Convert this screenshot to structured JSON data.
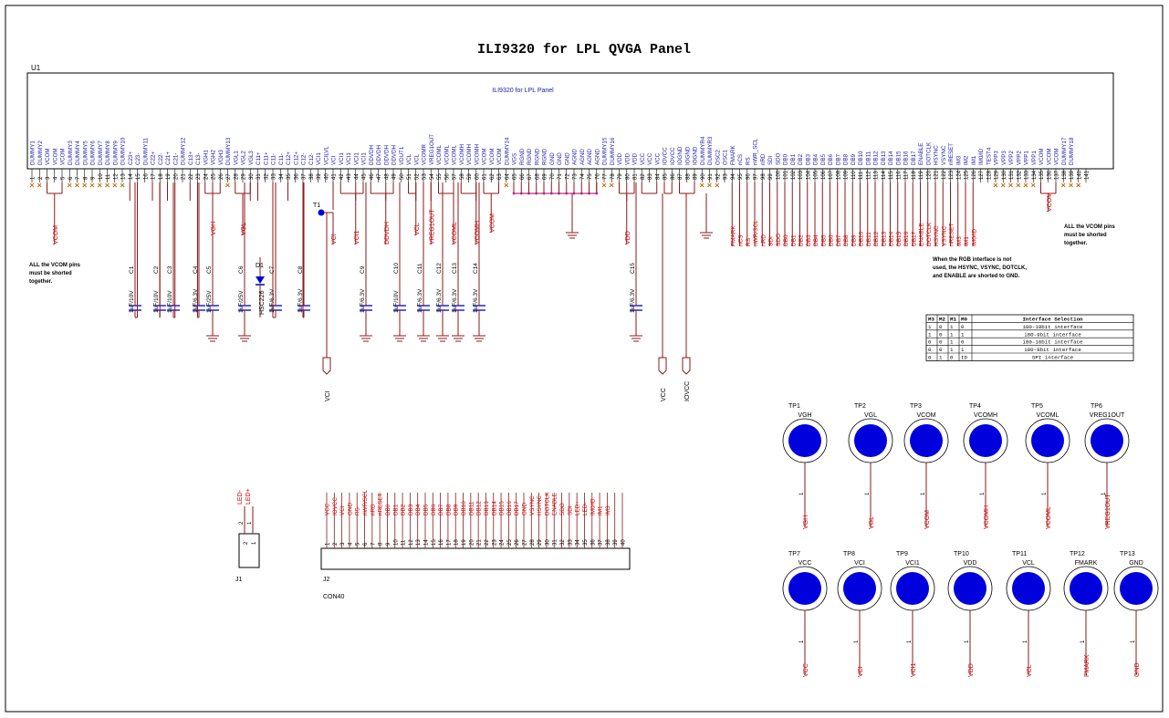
{
  "title": "ILI9320 for LPL QVGA Panel",
  "ic": {
    "ref": "U1",
    "name": "ILI9320 for LPL Panel",
    "pins": [
      {
        "num": "1",
        "name": "DUMMY1"
      },
      {
        "num": "2",
        "name": "DUMMY2"
      },
      {
        "num": "3",
        "name": "VCOM"
      },
      {
        "num": "4",
        "name": "VCOM"
      },
      {
        "num": "5",
        "name": "VCOM"
      },
      {
        "num": "6",
        "name": "DUMMY3"
      },
      {
        "num": "7",
        "name": "DUMMY4"
      },
      {
        "num": "8",
        "name": "DUMMY5"
      },
      {
        "num": "9",
        "name": "DUMMY6"
      },
      {
        "num": "10",
        "name": "DUMMY7"
      },
      {
        "num": "11",
        "name": "DUMMY8"
      },
      {
        "num": "12",
        "name": "DUMMY9"
      },
      {
        "num": "13",
        "name": "DUMMY10"
      },
      {
        "num": "14",
        "name": "C23+"
      },
      {
        "num": "15",
        "name": "C23-"
      },
      {
        "num": "16",
        "name": "DUMMY11"
      },
      {
        "num": "17",
        "name": "C22+"
      },
      {
        "num": "18",
        "name": "C22-"
      },
      {
        "num": "19",
        "name": "C21+"
      },
      {
        "num": "20",
        "name": "C21-"
      },
      {
        "num": "21",
        "name": "DUMMY12"
      },
      {
        "num": "22",
        "name": "C13+"
      },
      {
        "num": "23",
        "name": "C13-"
      },
      {
        "num": "24",
        "name": "VGH1"
      },
      {
        "num": "25",
        "name": "VGH2"
      },
      {
        "num": "26",
        "name": "VGH3"
      },
      {
        "num": "27",
        "name": "DUMMY13"
      },
      {
        "num": "28",
        "name": "VGL1"
      },
      {
        "num": "29",
        "name": "VGL2"
      },
      {
        "num": "30",
        "name": "VGL3"
      },
      {
        "num": "31",
        "name": "C11+"
      },
      {
        "num": "32",
        "name": "C11+"
      },
      {
        "num": "33",
        "name": "C11-"
      },
      {
        "num": "34",
        "name": "C11-"
      },
      {
        "num": "35",
        "name": "C12+"
      },
      {
        "num": "36",
        "name": "C12+"
      },
      {
        "num": "37",
        "name": "C12-"
      },
      {
        "num": "38",
        "name": "C12-"
      },
      {
        "num": "39",
        "name": "VCI1"
      },
      {
        "num": "40",
        "name": "VCILVL"
      },
      {
        "num": "41",
        "name": "VCI"
      },
      {
        "num": "42",
        "name": "VCI1"
      },
      {
        "num": "43",
        "name": "VCI1"
      },
      {
        "num": "44",
        "name": "VCI1"
      },
      {
        "num": "45",
        "name": "VCI1"
      },
      {
        "num": "46",
        "name": "DDVDH"
      },
      {
        "num": "47",
        "name": "DDVDH"
      },
      {
        "num": "48",
        "name": "DDVDH"
      },
      {
        "num": "49",
        "name": "DDVDH"
      },
      {
        "num": "50",
        "name": "VDUT1"
      },
      {
        "num": "51",
        "name": "VCL"
      },
      {
        "num": "52",
        "name": "VCL"
      },
      {
        "num": "53",
        "name": "VCOMR"
      },
      {
        "num": "54",
        "name": "VREG1OUT"
      },
      {
        "num": "55",
        "name": "VCOML"
      },
      {
        "num": "56",
        "name": "VCOML"
      },
      {
        "num": "57",
        "name": "VCOML"
      },
      {
        "num": "58",
        "name": "VCOMH"
      },
      {
        "num": "59",
        "name": "VCOMH"
      },
      {
        "num": "60",
        "name": "VCOMH"
      },
      {
        "num": "61",
        "name": "VCOM"
      },
      {
        "num": "62",
        "name": "VCOM"
      },
      {
        "num": "63",
        "name": "VCOM"
      },
      {
        "num": "64",
        "name": "DUMMY14"
      },
      {
        "num": "65",
        "name": "VGS"
      },
      {
        "num": "66",
        "name": "RGND"
      },
      {
        "num": "67",
        "name": "RGND"
      },
      {
        "num": "68",
        "name": "RGND"
      },
      {
        "num": "69",
        "name": "RGND"
      },
      {
        "num": "70",
        "name": "GND"
      },
      {
        "num": "71",
        "name": "GND"
      },
      {
        "num": "72",
        "name": "GND"
      },
      {
        "num": "73",
        "name": "AGND"
      },
      {
        "num": "74",
        "name": "AGND"
      },
      {
        "num": "75",
        "name": "AGND"
      },
      {
        "num": "76",
        "name": "AGND"
      },
      {
        "num": "77",
        "name": "DUMMY15"
      },
      {
        "num": "78",
        "name": "DUMMY16"
      },
      {
        "num": "79",
        "name": "VDD"
      },
      {
        "num": "80",
        "name": "VDD"
      },
      {
        "num": "81",
        "name": "VDD"
      },
      {
        "num": "82",
        "name": "VCC"
      },
      {
        "num": "83",
        "name": "VCC"
      },
      {
        "num": "84",
        "name": "VCC"
      },
      {
        "num": "85",
        "name": "IOVCC"
      },
      {
        "num": "86",
        "name": "IOVCC"
      },
      {
        "num": "87",
        "name": "IOGND"
      },
      {
        "num": "88",
        "name": "IOGND"
      },
      {
        "num": "89",
        "name": "IOGND"
      },
      {
        "num": "90",
        "name": "DUMMYR4"
      },
      {
        "num": "91",
        "name": "DUMMYR3"
      },
      {
        "num": "92",
        "name": "OSC2"
      },
      {
        "num": "93",
        "name": "OSC1"
      },
      {
        "num": "94",
        "name": "FMARK"
      },
      {
        "num": "95",
        "name": "nCS"
      },
      {
        "num": "96",
        "name": "RS"
      },
      {
        "num": "97",
        "name": "nWR_SCL"
      },
      {
        "num": "98",
        "name": "nRD"
      },
      {
        "num": "99",
        "name": "SDI"
      },
      {
        "num": "100",
        "name": "SDO"
      },
      {
        "num": "101",
        "name": "DB0"
      },
      {
        "num": "102",
        "name": "DB1"
      },
      {
        "num": "103",
        "name": "DB2"
      },
      {
        "num": "104",
        "name": "DB3"
      },
      {
        "num": "105",
        "name": "DB4"
      },
      {
        "num": "106",
        "name": "DB5"
      },
      {
        "num": "107",
        "name": "DB6"
      },
      {
        "num": "108",
        "name": "DB7"
      },
      {
        "num": "109",
        "name": "DB8"
      },
      {
        "num": "110",
        "name": "DB9"
      },
      {
        "num": "111",
        "name": "DB10"
      },
      {
        "num": "112",
        "name": "DB11"
      },
      {
        "num": "113",
        "name": "DB12"
      },
      {
        "num": "114",
        "name": "DB13"
      },
      {
        "num": "115",
        "name": "DB14"
      },
      {
        "num": "116",
        "name": "DB15"
      },
      {
        "num": "117",
        "name": "DB16"
      },
      {
        "num": "118",
        "name": "DB17"
      },
      {
        "num": "119",
        "name": "ENABLE"
      },
      {
        "num": "120",
        "name": "DOTCLK"
      },
      {
        "num": "121",
        "name": "HSYNC"
      },
      {
        "num": "122",
        "name": "VSYNC"
      },
      {
        "num": "123",
        "name": "nRESET"
      },
      {
        "num": "124",
        "name": "IM3"
      },
      {
        "num": "125",
        "name": "IM2"
      },
      {
        "num": "126",
        "name": "IM1"
      },
      {
        "num": "127",
        "name": "IM0/ID"
      },
      {
        "num": "128",
        "name": "TEST4"
      },
      {
        "num": "129",
        "name": "VPP3"
      },
      {
        "num": "130",
        "name": "VPP3"
      },
      {
        "num": "131",
        "name": "VPP2"
      },
      {
        "num": "132",
        "name": "VPP2"
      },
      {
        "num": "133",
        "name": "VPP1"
      },
      {
        "num": "134",
        "name": "VPP1"
      },
      {
        "num": "135",
        "name": "VCOM"
      },
      {
        "num": "136",
        "name": "VCOM"
      },
      {
        "num": "137",
        "name": "VCOM"
      },
      {
        "num": "138",
        "name": "DUMMY17"
      },
      {
        "num": "139",
        "name": "DUMMY18"
      },
      {
        "num": "140",
        "name": ""
      },
      {
        "num": "141",
        "name": ""
      }
    ]
  },
  "nets_top": [
    "VCOM",
    "VGH",
    "VGL",
    "VCI",
    "VCI1",
    "DDVDH",
    "VCL",
    "VREG1OUT",
    "VCOML",
    "VCOMH",
    "VCOM",
    "VDD"
  ],
  "ctrl_nets": [
    "FMARK",
    "nCS",
    "RS",
    "nWR/SCL",
    "nRD",
    "SDI",
    "SDO",
    "DB0",
    "DB1",
    "DB2",
    "DB3",
    "DB4",
    "DB5",
    "DB6",
    "DB7",
    "DB8",
    "DB9",
    "DB10",
    "DB11",
    "DB12",
    "DB13",
    "DB14",
    "DB15",
    "DB16",
    "DB17",
    "ENABLE",
    "DOTCLK",
    "HSYNC",
    "VSYNC",
    "nRESET",
    "IM3",
    "IM1",
    "IM0/ID"
  ],
  "vcom_right": "VCOM",
  "caps": [
    {
      "ref": "C1",
      "value": "1uF/10V"
    },
    {
      "ref": "C2",
      "value": "1uF/10V"
    },
    {
      "ref": "C3",
      "value": "1uF/10V"
    },
    {
      "ref": "C4",
      "value": "1uF/6.3V"
    },
    {
      "ref": "C5",
      "value": "1uF/25V"
    },
    {
      "ref": "C6",
      "value": "1uF/25V"
    },
    {
      "ref": "C7",
      "value": "1uF/6.3V"
    },
    {
      "ref": "C8",
      "value": "1uF/6.3V"
    },
    {
      "ref": "C9",
      "value": "1uF/6.3V"
    },
    {
      "ref": "C10",
      "value": "1uF/10V"
    },
    {
      "ref": "C11",
      "value": "1uF/6.3V"
    },
    {
      "ref": "C12",
      "value": "1uF/6.3V"
    },
    {
      "ref": "C13",
      "value": "1uF/6.3V"
    },
    {
      "ref": "C14",
      "value": "1uF/6.3V"
    },
    {
      "ref": "C15",
      "value": "1uF/6.3V"
    }
  ],
  "diode": {
    "ref": "D1",
    "part": "HSC226"
  },
  "testpoint_t1": "T1",
  "ports": [
    "VCI",
    "VCC",
    "IOVCC"
  ],
  "notes": {
    "vcom_left": [
      "ALL the VCOM pins",
      "must be shorted",
      "together."
    ],
    "vcom_right": [
      "ALL the VCOM pins",
      "must be shorted",
      "together."
    ],
    "rgb": [
      "When the RGB interface is not",
      "used, the HSYNC, VSYNC, DOTCLK,",
      "and ENABLE are shorted to GND."
    ]
  },
  "table": {
    "headers": [
      "M3",
      "M2",
      "M1",
      "M0",
      "Interface Selection"
    ],
    "rows": [
      [
        "1",
        "0",
        "1",
        "0",
        "i80-18bit interface"
      ],
      [
        "1",
        "0",
        "1",
        "1",
        "i80-9bit interface"
      ],
      [
        "0",
        "0",
        "1",
        "0",
        "i80-16bit interface"
      ],
      [
        "0",
        "0",
        "1",
        "1",
        "i80-8bit interface"
      ],
      [
        "0",
        "1",
        "0",
        "ID",
        "SPI interface"
      ]
    ]
  },
  "j1": {
    "ref": "J1",
    "pins": [
      "2",
      "1"
    ],
    "nets": [
      "LED-",
      "LED+"
    ]
  },
  "j2": {
    "ref": "J2",
    "part": "CON40",
    "nets": [
      "VCC",
      "IOVCC",
      "VCI",
      "GND",
      "RS",
      "nWR/SCL",
      "nRD",
      "nRESET",
      "DB0",
      "DB1",
      "DB2",
      "DB3",
      "DB4",
      "DB5",
      "DB6",
      "DB7",
      "DB8",
      "DB9",
      "DB10",
      "DB11",
      "DB12",
      "DB13",
      "DB14",
      "DB15",
      "DB16",
      "DB17",
      "GND",
      "VSYNC",
      "HSYNC",
      "DOTCLK",
      "ENABLE",
      "SDO",
      "SDI",
      "LED+",
      "LED-",
      "IM0/ID",
      "IM1",
      "IM3",
      "",
      ""
    ],
    "pins": [
      "1",
      "2",
      "3",
      "4",
      "5",
      "6",
      "7",
      "8",
      "9",
      "10",
      "11",
      "12",
      "13",
      "14",
      "15",
      "16",
      "17",
      "18",
      "19",
      "20",
      "21",
      "22",
      "23",
      "24",
      "25",
      "26",
      "27",
      "28",
      "29",
      "30",
      "31",
      "32",
      "33",
      "34",
      "35",
      "36",
      "37",
      "38",
      "39",
      "40"
    ]
  },
  "testpoints": [
    {
      "ref": "TP1",
      "net": "VGH"
    },
    {
      "ref": "TP2",
      "net": "VGL"
    },
    {
      "ref": "TP3",
      "net": "VCOM"
    },
    {
      "ref": "TP4",
      "net": "VCOMH"
    },
    {
      "ref": "TP5",
      "net": "VCOML"
    },
    {
      "ref": "TP6",
      "net": "VREG1OUT"
    },
    {
      "ref": "TP7",
      "net": "VCC"
    },
    {
      "ref": "TP8",
      "net": "VCI"
    },
    {
      "ref": "TP9",
      "net": "VCI1"
    },
    {
      "ref": "TP10",
      "net": "VDD"
    },
    {
      "ref": "TP11",
      "net": "VCL"
    },
    {
      "ref": "TP12",
      "net": "FMARK"
    },
    {
      "ref": "TP13",
      "net": "GND"
    }
  ],
  "tp_pin": "1",
  "colors": {
    "wire": "#8b1a1a",
    "net": "#cc0000",
    "pin": "#cc6600",
    "junction": "#cc00cc",
    "text": "#000000",
    "pad": "#0000dd",
    "ic_text": "#1a1aa6"
  }
}
